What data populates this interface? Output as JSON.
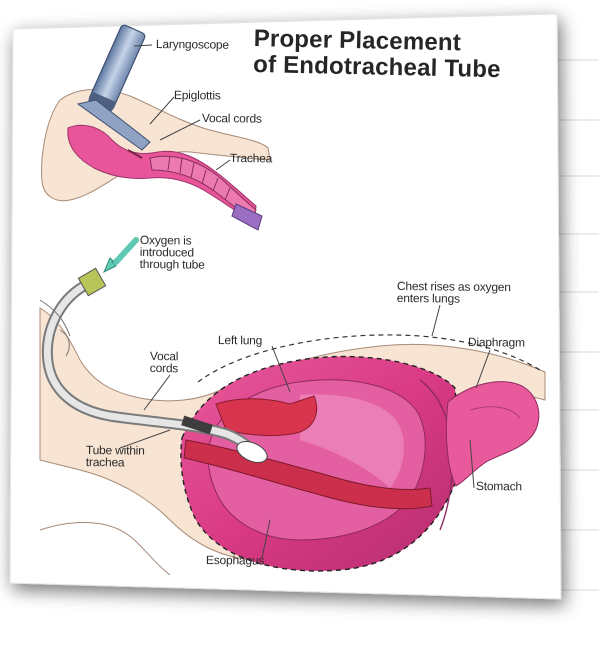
{
  "title": "Proper Placement\nof Endotracheal Tube",
  "labels": {
    "laryngoscope": "Laryngoscope",
    "epiglottis": "Epiglottis",
    "vocal_cords_top": "Vocal cords",
    "trachea": "Trachea",
    "oxygen": "Oxygen is\nintroduced\nthrough tube",
    "chest_rises": "Chest rises as oxygen\nenters lungs",
    "left_lung": "Left lung",
    "diaphragm": "Diaphragm",
    "vocal_cords_bottom": "Vocal\ncords",
    "tube_within": "Tube within\ntrachea",
    "stomach": "Stomach",
    "esophagus": "Esophagus"
  },
  "colors": {
    "tissue_pink": "#e8559a",
    "lung_red": "#d8344e",
    "skin": "#f7e4d2",
    "tube": "#c9c9c9",
    "arrow": "#5fc9b3",
    "scope_blue": "#7a92b8"
  }
}
